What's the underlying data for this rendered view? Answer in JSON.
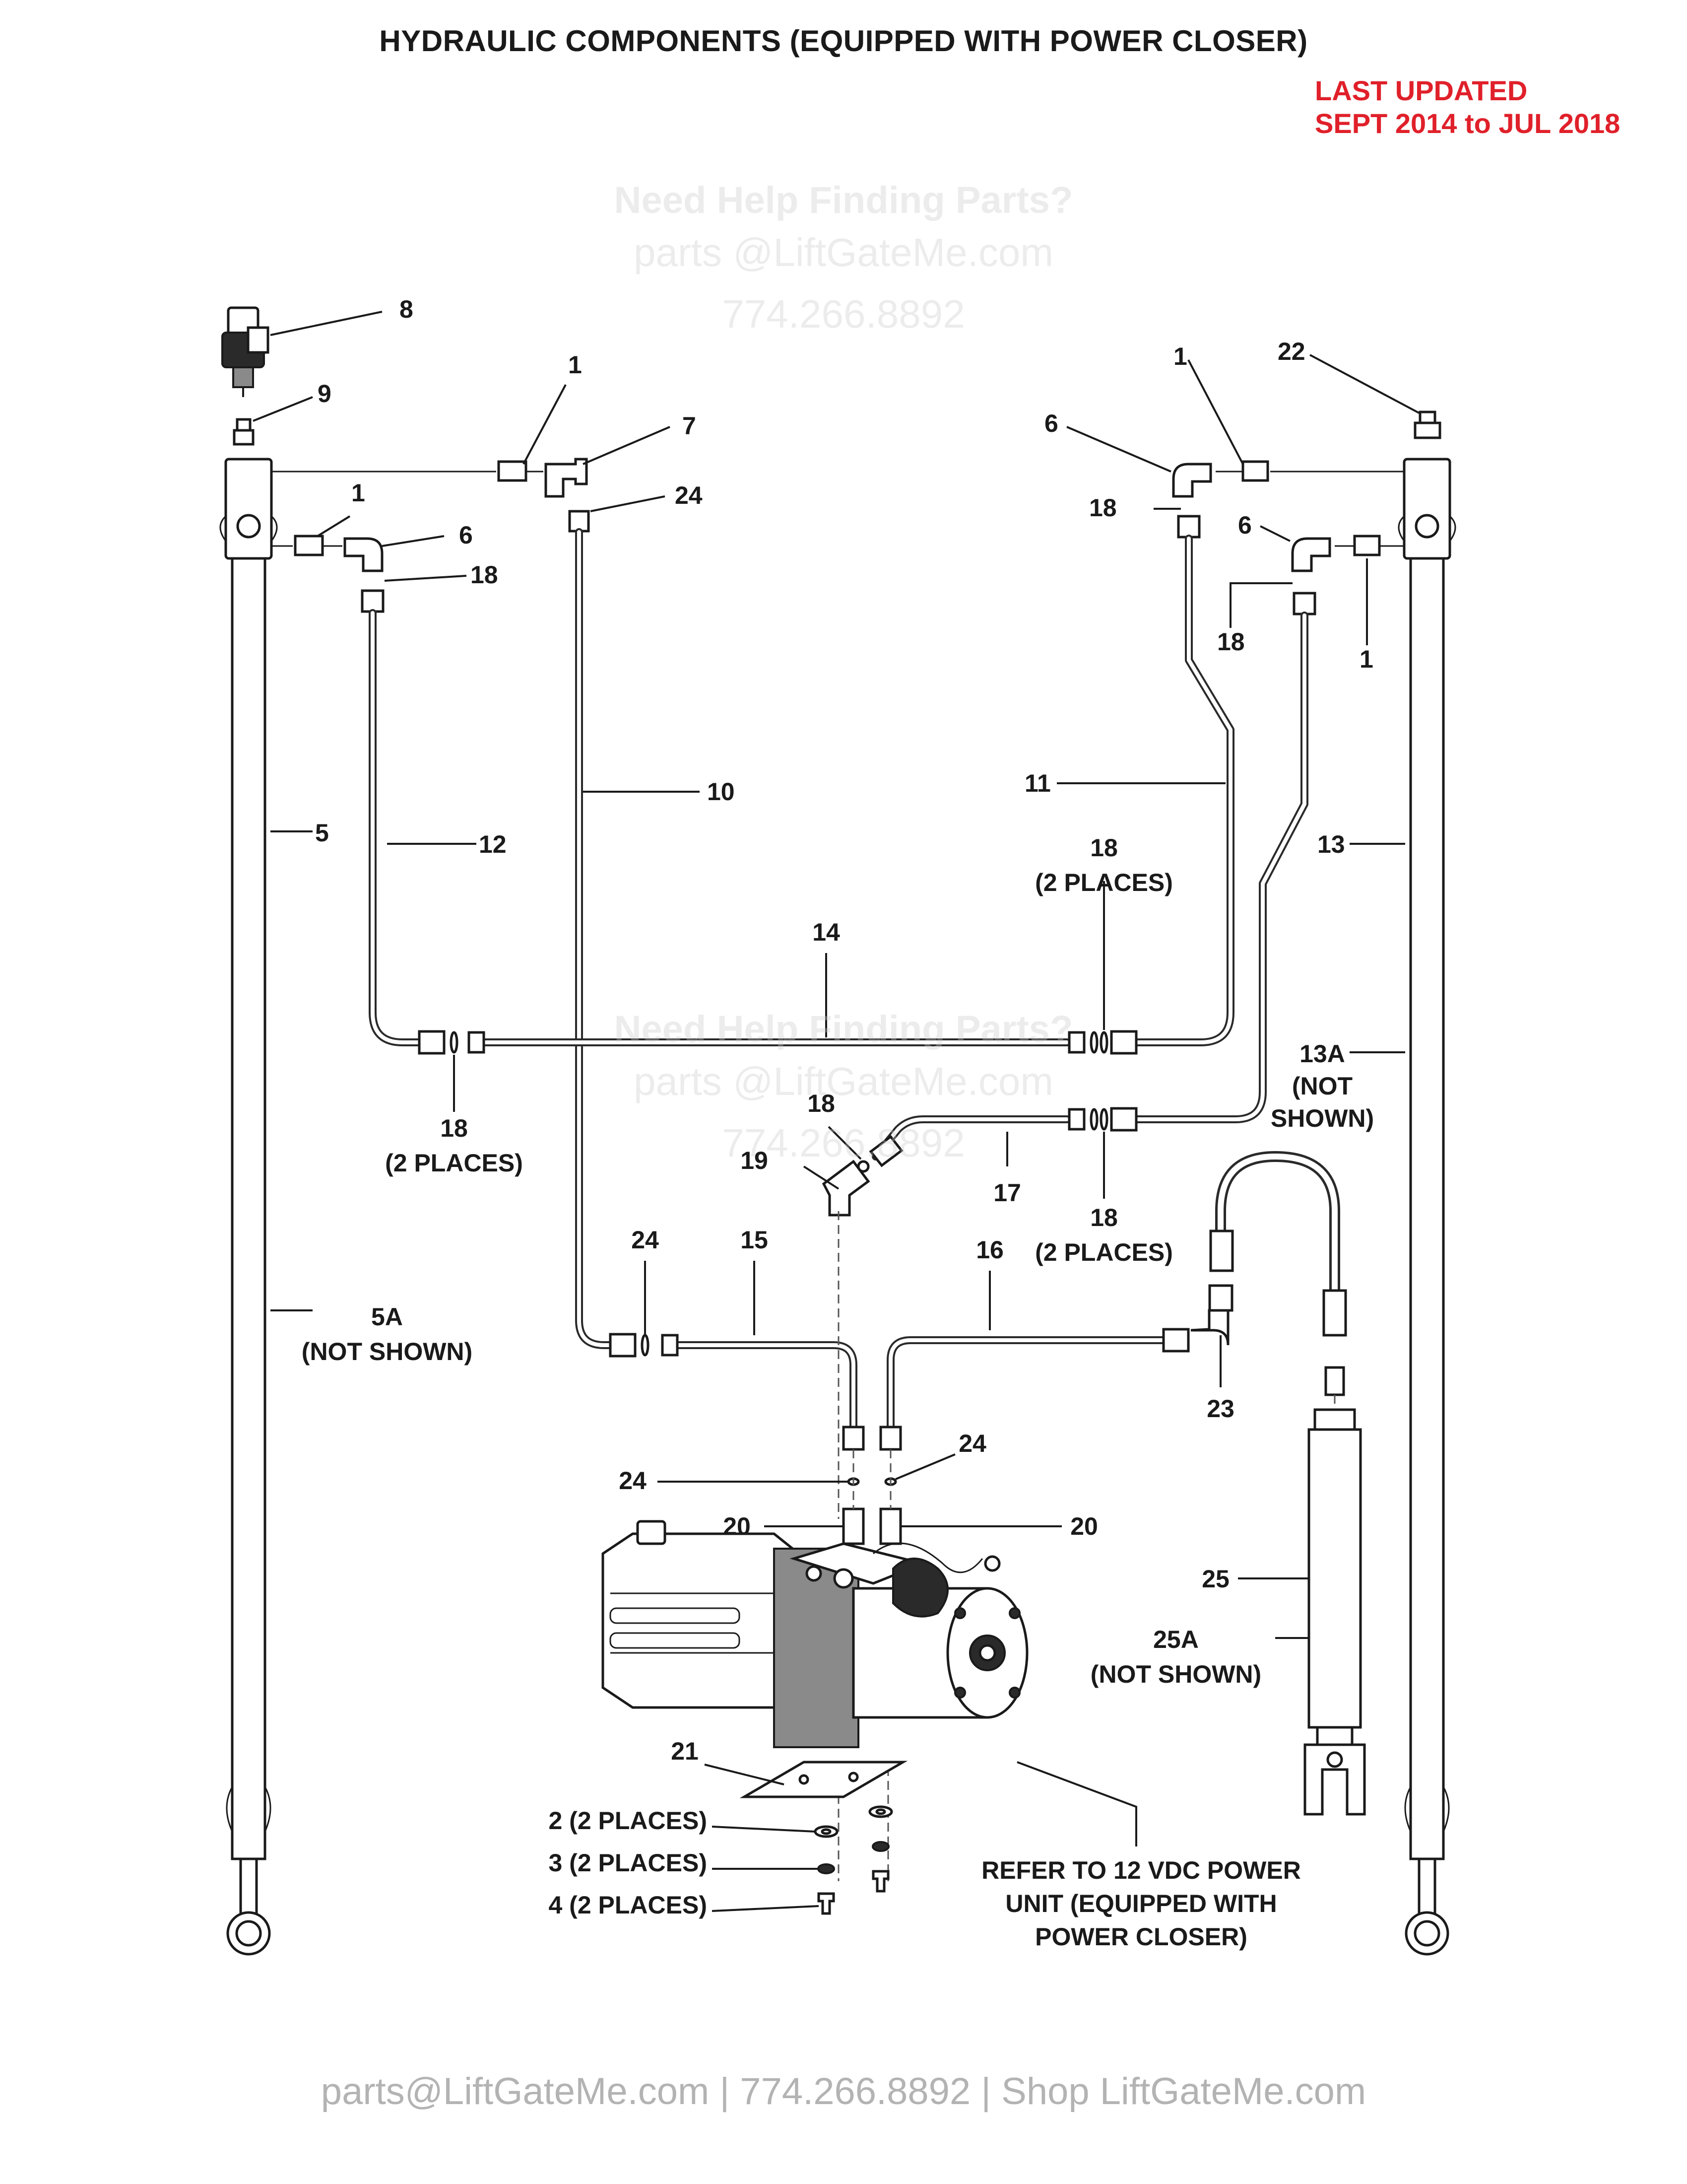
{
  "title": "HYDRAULIC COMPONENTS (EQUIPPED WITH POWER CLOSER)",
  "last_updated": {
    "line1": "LAST UPDATED",
    "line2": "SEPT 2014 to JUL 2018"
  },
  "watermark": {
    "heading": "Need Help Finding Parts?",
    "email": "parts @LiftGateMe.com",
    "phone": "774.266.8892"
  },
  "footer": "parts@LiftGateMe.com | 774.266.8892 | Shop LiftGateMe.com",
  "callouts": {
    "c8": "8",
    "c9": "9",
    "c1_center": "1",
    "c7": "7",
    "c24_top": "24",
    "c1_left": "1",
    "c6_left": "6",
    "c18_left": "18",
    "c1_right_top": "1",
    "c22": "22",
    "c6_right_top": "6",
    "c18_right_top": "18",
    "c6_right_mid": "6",
    "c18_right_mid": "18",
    "c1_right_mid": "1",
    "c5": "5",
    "c12": "12",
    "c10": "10",
    "c11": "11",
    "c13": "13",
    "c18_2p_upper": "18",
    "c2p_upper": "(2 PLACES)",
    "c14": "14",
    "c13a": "13A",
    "c13a_ns1": "(NOT",
    "c13a_ns2": "SHOWN)",
    "c18_2p_left": "18",
    "c2p_left": "(2 PLACES)",
    "c18_mid": "18",
    "c19": "19",
    "c17": "17",
    "c18_2p_right": "18",
    "c2p_right": "(2 PLACES)",
    "c24_left": "24",
    "c15": "15",
    "c16": "16",
    "c5a": "5A",
    "c5a_ns": "(NOT SHOWN)",
    "c23": "23",
    "c24_pump_l": "24",
    "c24_pump_r": "24",
    "c20_l": "20",
    "c20_r": "20",
    "c25": "25",
    "c25a": "25A",
    "c25a_ns": "(NOT SHOWN)",
    "c21": "21",
    "c2": "2 (2 PLACES)",
    "c3": "3 (2 PLACES)",
    "c4": "4 (2 PLACES)",
    "refer1": "REFER TO 12 VDC POWER",
    "refer2": "UNIT (EQUIPPED WITH",
    "refer3": "POWER CLOSER)"
  }
}
